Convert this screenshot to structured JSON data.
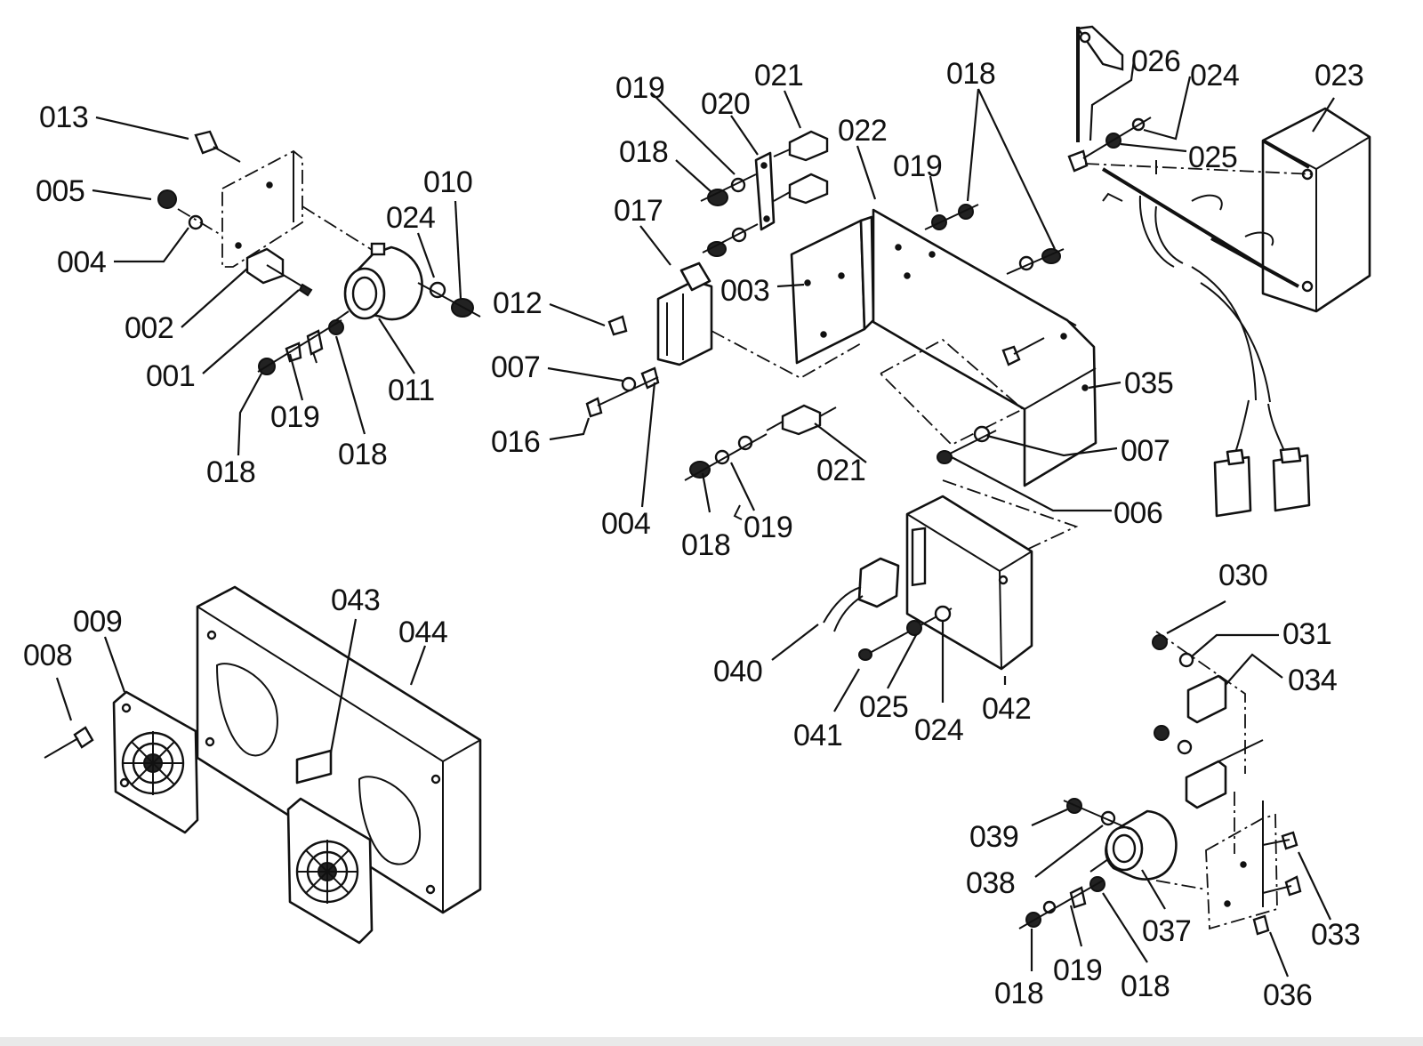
{
  "diagram": {
    "labels": {
      "p001": "001",
      "p002": "002",
      "p003": "003",
      "p004": "004",
      "p004b": "004",
      "p005": "005",
      "p006": "006",
      "p007": "007",
      "p007b": "007",
      "p008": "008",
      "p009": "009",
      "p010": "010",
      "p011": "011",
      "p012": "012",
      "p013": "013",
      "p016": "016",
      "p017": "017",
      "p018a": "018",
      "p018b": "018",
      "p018c": "018",
      "p018d": "018",
      "p018e": "018",
      "p018f": "018",
      "p018g": "018",
      "p019a": "019",
      "p019b": "019",
      "p019c": "019",
      "p019d": "019",
      "p019e": "019",
      "p020": "020",
      "p021a": "021",
      "p021b": "021",
      "p022": "022",
      "p023": "023",
      "p024a": "024",
      "p024b": "024",
      "p024c": "024",
      "p025a": "025",
      "p025b": "025",
      "p026": "026",
      "p030": "030",
      "p031": "031",
      "p033": "033",
      "p034": "034",
      "p035": "035",
      "p036": "036",
      "p037": "037",
      "p038": "038",
      "p039": "039",
      "p040": "040",
      "p041": "041",
      "p042": "042",
      "p043": "043",
      "p044": "044"
    }
  }
}
